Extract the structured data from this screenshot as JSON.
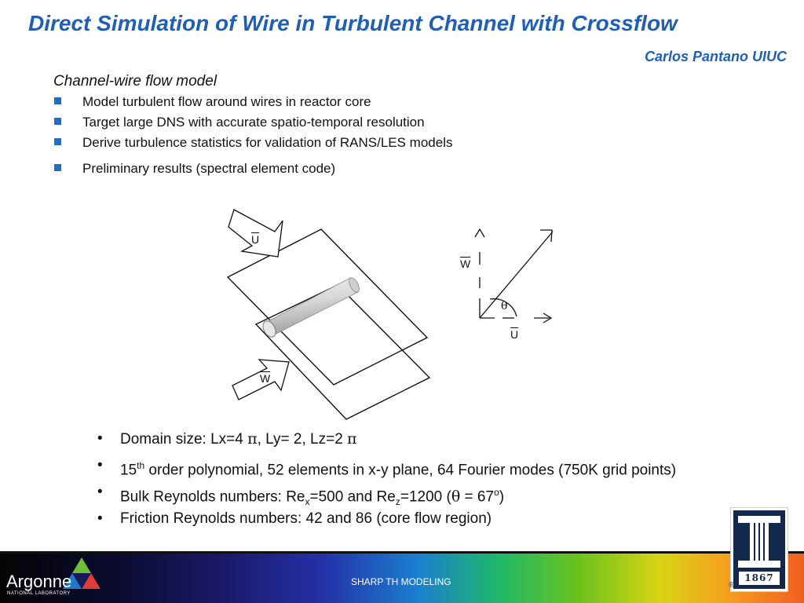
{
  "slide": {
    "title": "Direct Simulation of Wire in Turbulent Channel with Crossflow",
    "author": "Carlos Pantano UIUC",
    "subtitle": "Channel-wire flow model",
    "bullets": [
      "Model turbulent flow around wires in reactor core",
      "Target large DNS with accurate spatio-temporal resolution",
      "Derive turbulence statistics for validation of RANS/LES models",
      "Preliminary results (spectral element code)"
    ],
    "diagram": {
      "label_u": "U",
      "label_w": "W",
      "label_theta": "θ"
    },
    "details": {
      "bullet_char": "•",
      "item1": {
        "prefix": "Domain size: Lx=4 ",
        "pi1": "π",
        "mid": ", Ly= 2, Lz=2 ",
        "pi2": "π"
      },
      "item2": {
        "num": "15",
        "sup": "th",
        "rest": " order polynomial, 52 elements in x-y plane, 64 Fourier modes (750K grid points)"
      },
      "item3": {
        "a": "Bulk Reynolds numbers: Re",
        "sub1": "x",
        "b": "=500 and Re",
        "sub2": "z",
        "c": "=1200 (",
        "theta": "θ",
        "d": " = 67",
        "sup": "o",
        "e": ")"
      },
      "item4": "Friction Reynolds numbers: 42 and 86 (core flow region)"
    }
  },
  "footer": {
    "text": "SHARP TH MODELING",
    "argonne_name": "Argonne",
    "argonne_sub": "NATIONAL LABORATORY",
    "uiuc_year": "1867",
    "registered": "®"
  }
}
